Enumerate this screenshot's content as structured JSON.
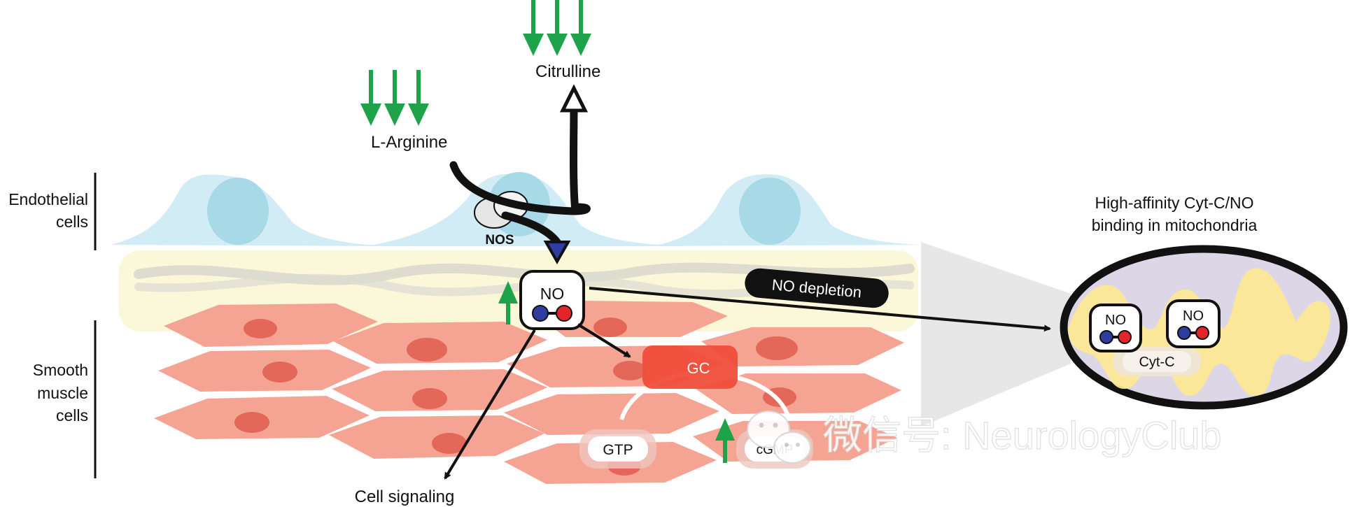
{
  "labels": {
    "endothelial_line1": "Endothelial",
    "endothelial_line2": "cells",
    "smooth_line1": "Smooth",
    "smooth_line2": "muscle",
    "smooth_line3": "cells",
    "l_arginine": "L-Arginine",
    "citrulline": "Citrulline",
    "nos": "NOS",
    "no_center": "NO",
    "no_depletion": "NO depletion",
    "gc": "GC",
    "gtp": "GTP",
    "cgmp": "cGMP",
    "cell_signaling": "Cell signaling",
    "mito_title_line1": "High-affinity Cyt-C/NO",
    "mito_title_line2": "binding in mitochondria",
    "mito_no_1": "NO",
    "mito_no_2": "NO",
    "cyt_c": "Cyt-C",
    "watermark": "微信号: NeurologyClub"
  },
  "colors": {
    "endothelium": "#d2ecf5",
    "endothelial_nucleus": "#a8d9e6",
    "basement_membrane": "#fbf7d9",
    "smooth_muscle": "#f5a493",
    "smooth_muscle_nucleus": "#e3685a",
    "guanylate_cyclase": "#ef4e3a",
    "arrow_green": "#1fa34a",
    "nitrogen_atom": "#2f3da0",
    "oxygen_atom": "#e3242b",
    "mitochondrion_fill": "#ddd6e6",
    "cristae": "#fbe896"
  }
}
